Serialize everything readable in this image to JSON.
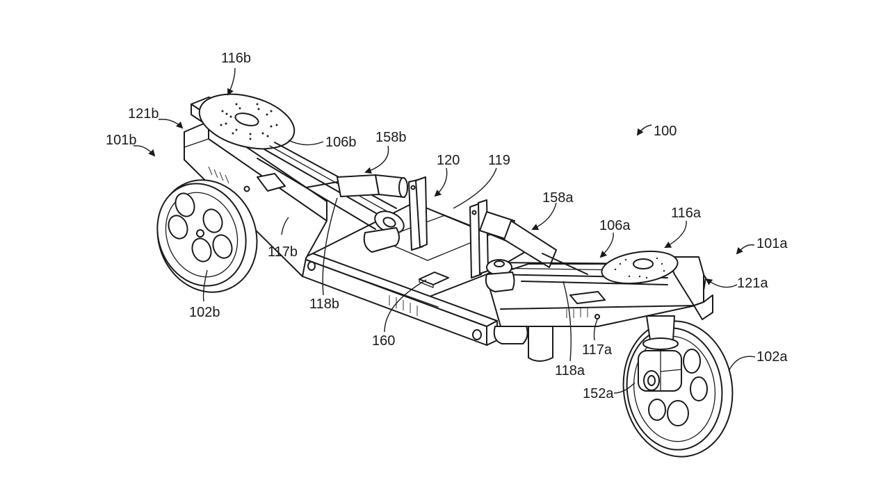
{
  "figure": {
    "type": "patent-drawing",
    "subject": "Two-wheeled robotic vehicle (isometric view)",
    "colors": {
      "ink": "#1a1a1a",
      "background": "#ffffff"
    }
  },
  "labels": {
    "l100": "100",
    "l101a": "101a",
    "l101b": "101b",
    "l102a": "102a",
    "l102b": "102b",
    "l106a": "106a",
    "l106b": "106b",
    "l116a": "116a",
    "l116b": "116b",
    "l117a": "117a",
    "l117b": "117b",
    "l118a": "118a",
    "l118b": "118b",
    "l119": "119",
    "l120": "120",
    "l121a": "121a",
    "l121b": "121b",
    "l152a": "152a",
    "l158a": "158a",
    "l158b": "158b",
    "l160": "160"
  }
}
